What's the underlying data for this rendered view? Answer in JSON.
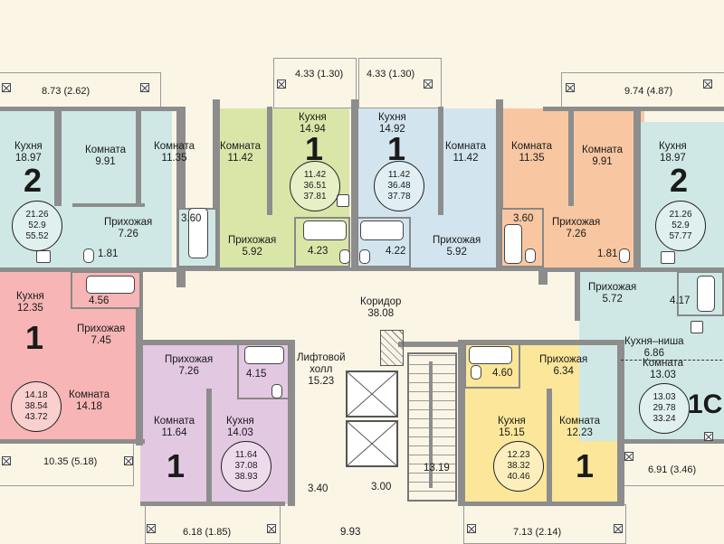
{
  "colors": {
    "teal": "#cfe8e6",
    "green": "#d9e6a8",
    "blue": "#d2e5ef",
    "orange": "#f8c7a2",
    "pink": "#f7b5b5",
    "lilac": "#e3c8e2",
    "yellow": "#fbe69a",
    "corridor": "#fbf5e6",
    "wall": "#8d8d8d"
  },
  "balconies": {
    "b1": "8.73 (2.62)",
    "b2": "4.33 (1.30)",
    "b3": "4.33 (1.30)",
    "b4": "9.74 (4.87)",
    "b5": "10.35 (5.18)",
    "b6": "6.18 (1.85)",
    "b7": "7.13 (2.14)",
    "b8": "6.91 (3.46)"
  },
  "apt_tl": {
    "rooms": 2,
    "kitchen": "Кухня\n18.97",
    "room": "Комната\n9.91",
    "room2": "Комната\n11.35",
    "hall": "Прихожая\n7.26",
    "bath": "3.60",
    "wc": "1.81",
    "circle": [
      "21.26",
      "52.9",
      "55.52"
    ]
  },
  "apt_g": {
    "rooms": 1,
    "room": "Комната\n11.42",
    "kitchen": "Кухня\n14.94",
    "hall": "Прихожая\n5.92",
    "bath": "4.23",
    "circle": [
      "11.42",
      "36.51",
      "37.81"
    ]
  },
  "apt_b": {
    "rooms": 1,
    "kitchen": "Кухня\n14.92",
    "room": "Комната\n11.42",
    "hall": "Прихожая\n5.92",
    "bath": "4.22",
    "circle": [
      "11.42",
      "36.48",
      "37.78"
    ]
  },
  "apt_tr": {
    "rooms": 2,
    "room": "Комната\n11.35",
    "room2": "Комната\n9.91",
    "kitchen": "Кухня\n18.97",
    "hall": "Прихожая\n7.26",
    "bath": "3.60",
    "wc": "1.81",
    "circle": [
      "21.26",
      "52.9",
      "57.77"
    ]
  },
  "apt_pink": {
    "rooms": 1,
    "kitchen": "Кухня\n12.35",
    "bath": "4.56",
    "hall": "Прихожая\n7.45",
    "room": "Комната\n14.18",
    "circle": [
      "14.18",
      "38.54",
      "43.72"
    ]
  },
  "apt_lilac": {
    "rooms": 1,
    "hall": "Прихожая\n7.26",
    "bath": "4.15",
    "room": "Комната\n11.64",
    "kitchen": "Кухня\n14.03",
    "circle": [
      "11.64",
      "37.08",
      "38.93"
    ]
  },
  "apt_yellow": {
    "rooms": 1,
    "bath": "4.60",
    "hall": "Прихожая\n6.34",
    "kitchen": "Кухня\n15.15",
    "room": "Комната\n12.23",
    "circle": [
      "12.23",
      "38.32",
      "40.46"
    ]
  },
  "apt_1c": {
    "rooms": "1С",
    "hall": "Прихожая\n5.72",
    "bath": "4.17",
    "kitchen": "Кухня–ниша\n6.86",
    "room": "Комната\n13.03",
    "circle": [
      "13.03",
      "29.78",
      "33.24"
    ]
  },
  "common": {
    "corridor": "Коридор\n38.08",
    "lift_hall": "Лифтовой\nхолл\n15.23",
    "stair": "13.19",
    "a340": "3.40",
    "a300": "3.00",
    "a993": "9.93"
  }
}
